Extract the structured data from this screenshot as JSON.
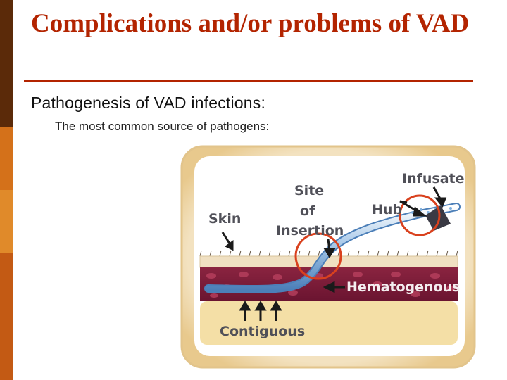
{
  "slide": {
    "title": "Complications and/or problems of VAD",
    "subtitle": "Pathogenesis of VAD infections:",
    "bullet": "The most common source of pathogens:"
  },
  "diagram": {
    "labels": {
      "infusate": "Infusate",
      "site_line1": "Site",
      "site_line2": "of",
      "site_line3": "Insertion",
      "skin": "Skin",
      "hub": "Hub",
      "hematogenous": "Hematogenous",
      "contiguous": "Contiguous"
    }
  },
  "colors": {
    "accent": "#b32400",
    "sidebar": [
      "#5b2a09",
      "#a8460f",
      "#d4711a",
      "#e08a2a",
      "#c35a14"
    ],
    "highlight_circle": "#d9411e"
  }
}
